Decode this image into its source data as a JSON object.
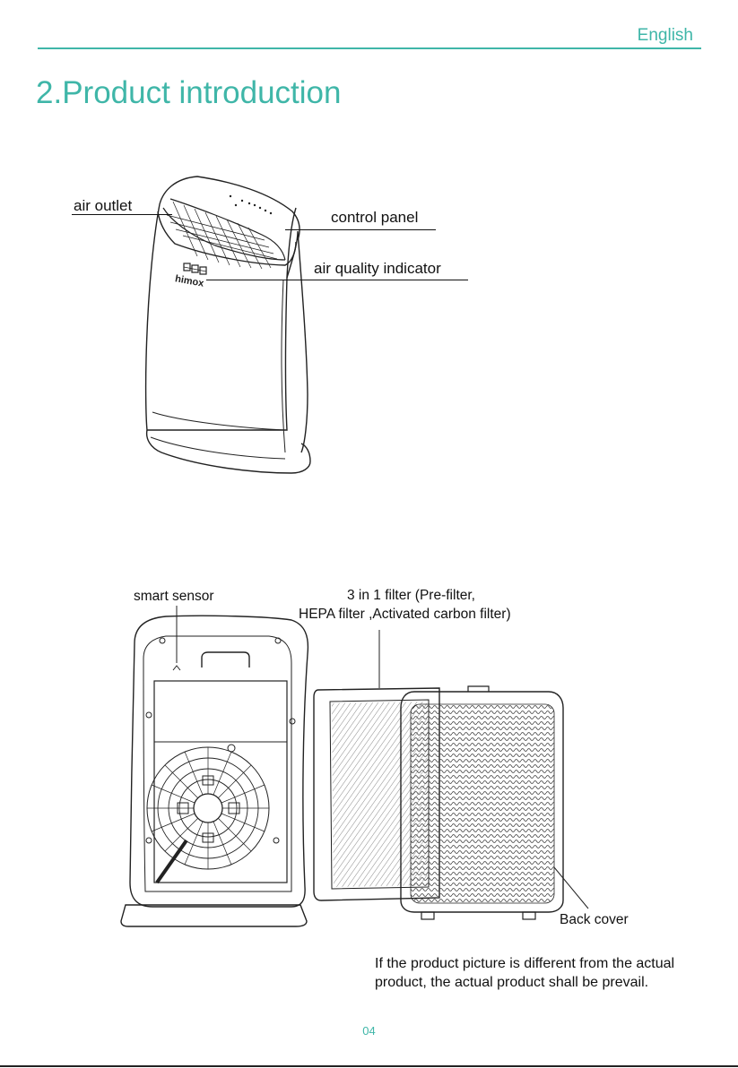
{
  "header": {
    "language": "English"
  },
  "section": {
    "title": "2.Product introduction"
  },
  "front_view": {
    "labels": {
      "air_outlet": "air outlet",
      "control_panel": "control panel",
      "air_quality_indicator": "air quality indicator"
    },
    "brand": "himox"
  },
  "back_view": {
    "labels": {
      "smart_sensor": "smart sensor",
      "filter_line1": "3 in 1 filter (Pre-filter,",
      "filter_line2": "HEPA filter ,Activated carbon filter)",
      "back_cover": "Back cover"
    }
  },
  "note": {
    "line1": "If the product picture is different from the actual",
    "line2": "product, the actual product shall be prevail."
  },
  "footer": {
    "page_number": "04"
  },
  "colors": {
    "accent": "#3fb6a8",
    "text": "#111111"
  }
}
